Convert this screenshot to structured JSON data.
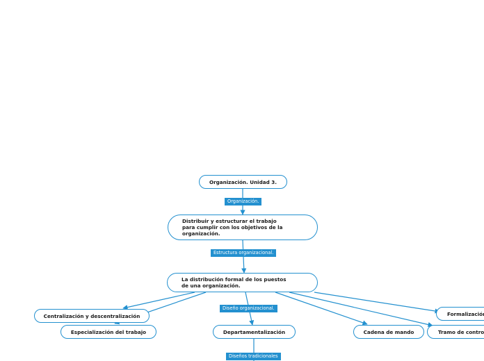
{
  "colors": {
    "accent": "#2390cf",
    "node_fill": "#ffffff",
    "text": "#1a1a1a",
    "chip_text": "#ffffff"
  },
  "map": {
    "root": {
      "text": "Organización. Unidad 3."
    },
    "link_1": {
      "text": "Organización."
    },
    "node_1": {
      "text": "Distribuir y estructurar el trabajo para cumplir con los objetivos de la organización."
    },
    "link_2": {
      "text": "Estructura organizacional."
    },
    "node_2": {
      "text": "La distribución formal de los puestos de una organización."
    },
    "link_3": {
      "text": "Diseño organizacional."
    },
    "children": [
      {
        "text": "Centralización y descentralización"
      },
      {
        "text": "Especialización del trabajo"
      },
      {
        "text": "Departamentalización"
      },
      {
        "text": "Cadena de mando"
      },
      {
        "text": "Formalización"
      },
      {
        "text": "Tramo de control"
      }
    ],
    "link_4": {
      "text": "Diseños tradicionales"
    }
  }
}
